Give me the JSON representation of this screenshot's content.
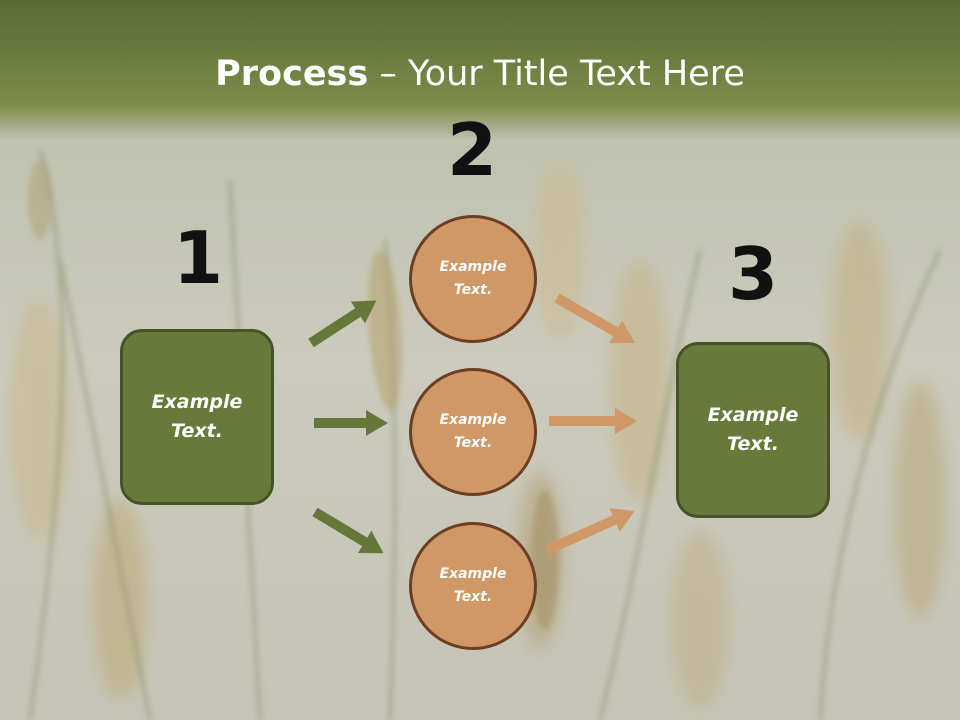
{
  "slide": {
    "title_bold": "Process",
    "title_rest": " – Your Title Text Here",
    "steps": {
      "one": "1",
      "two": "2",
      "three": "3"
    },
    "left_box": "Example Text.",
    "right_box": "Example Text.",
    "circles": [
      "Example Text.",
      "Example Text.",
      "Example Text."
    ]
  },
  "colors": {
    "header": "#6d7e40",
    "box_fill": "#687a3a",
    "box_border": "#46532a",
    "circle_fill": "#d09866",
    "circle_border": "#6e3e22",
    "green_arrow": "#66773a",
    "orange_arrow": "#d09866"
  }
}
